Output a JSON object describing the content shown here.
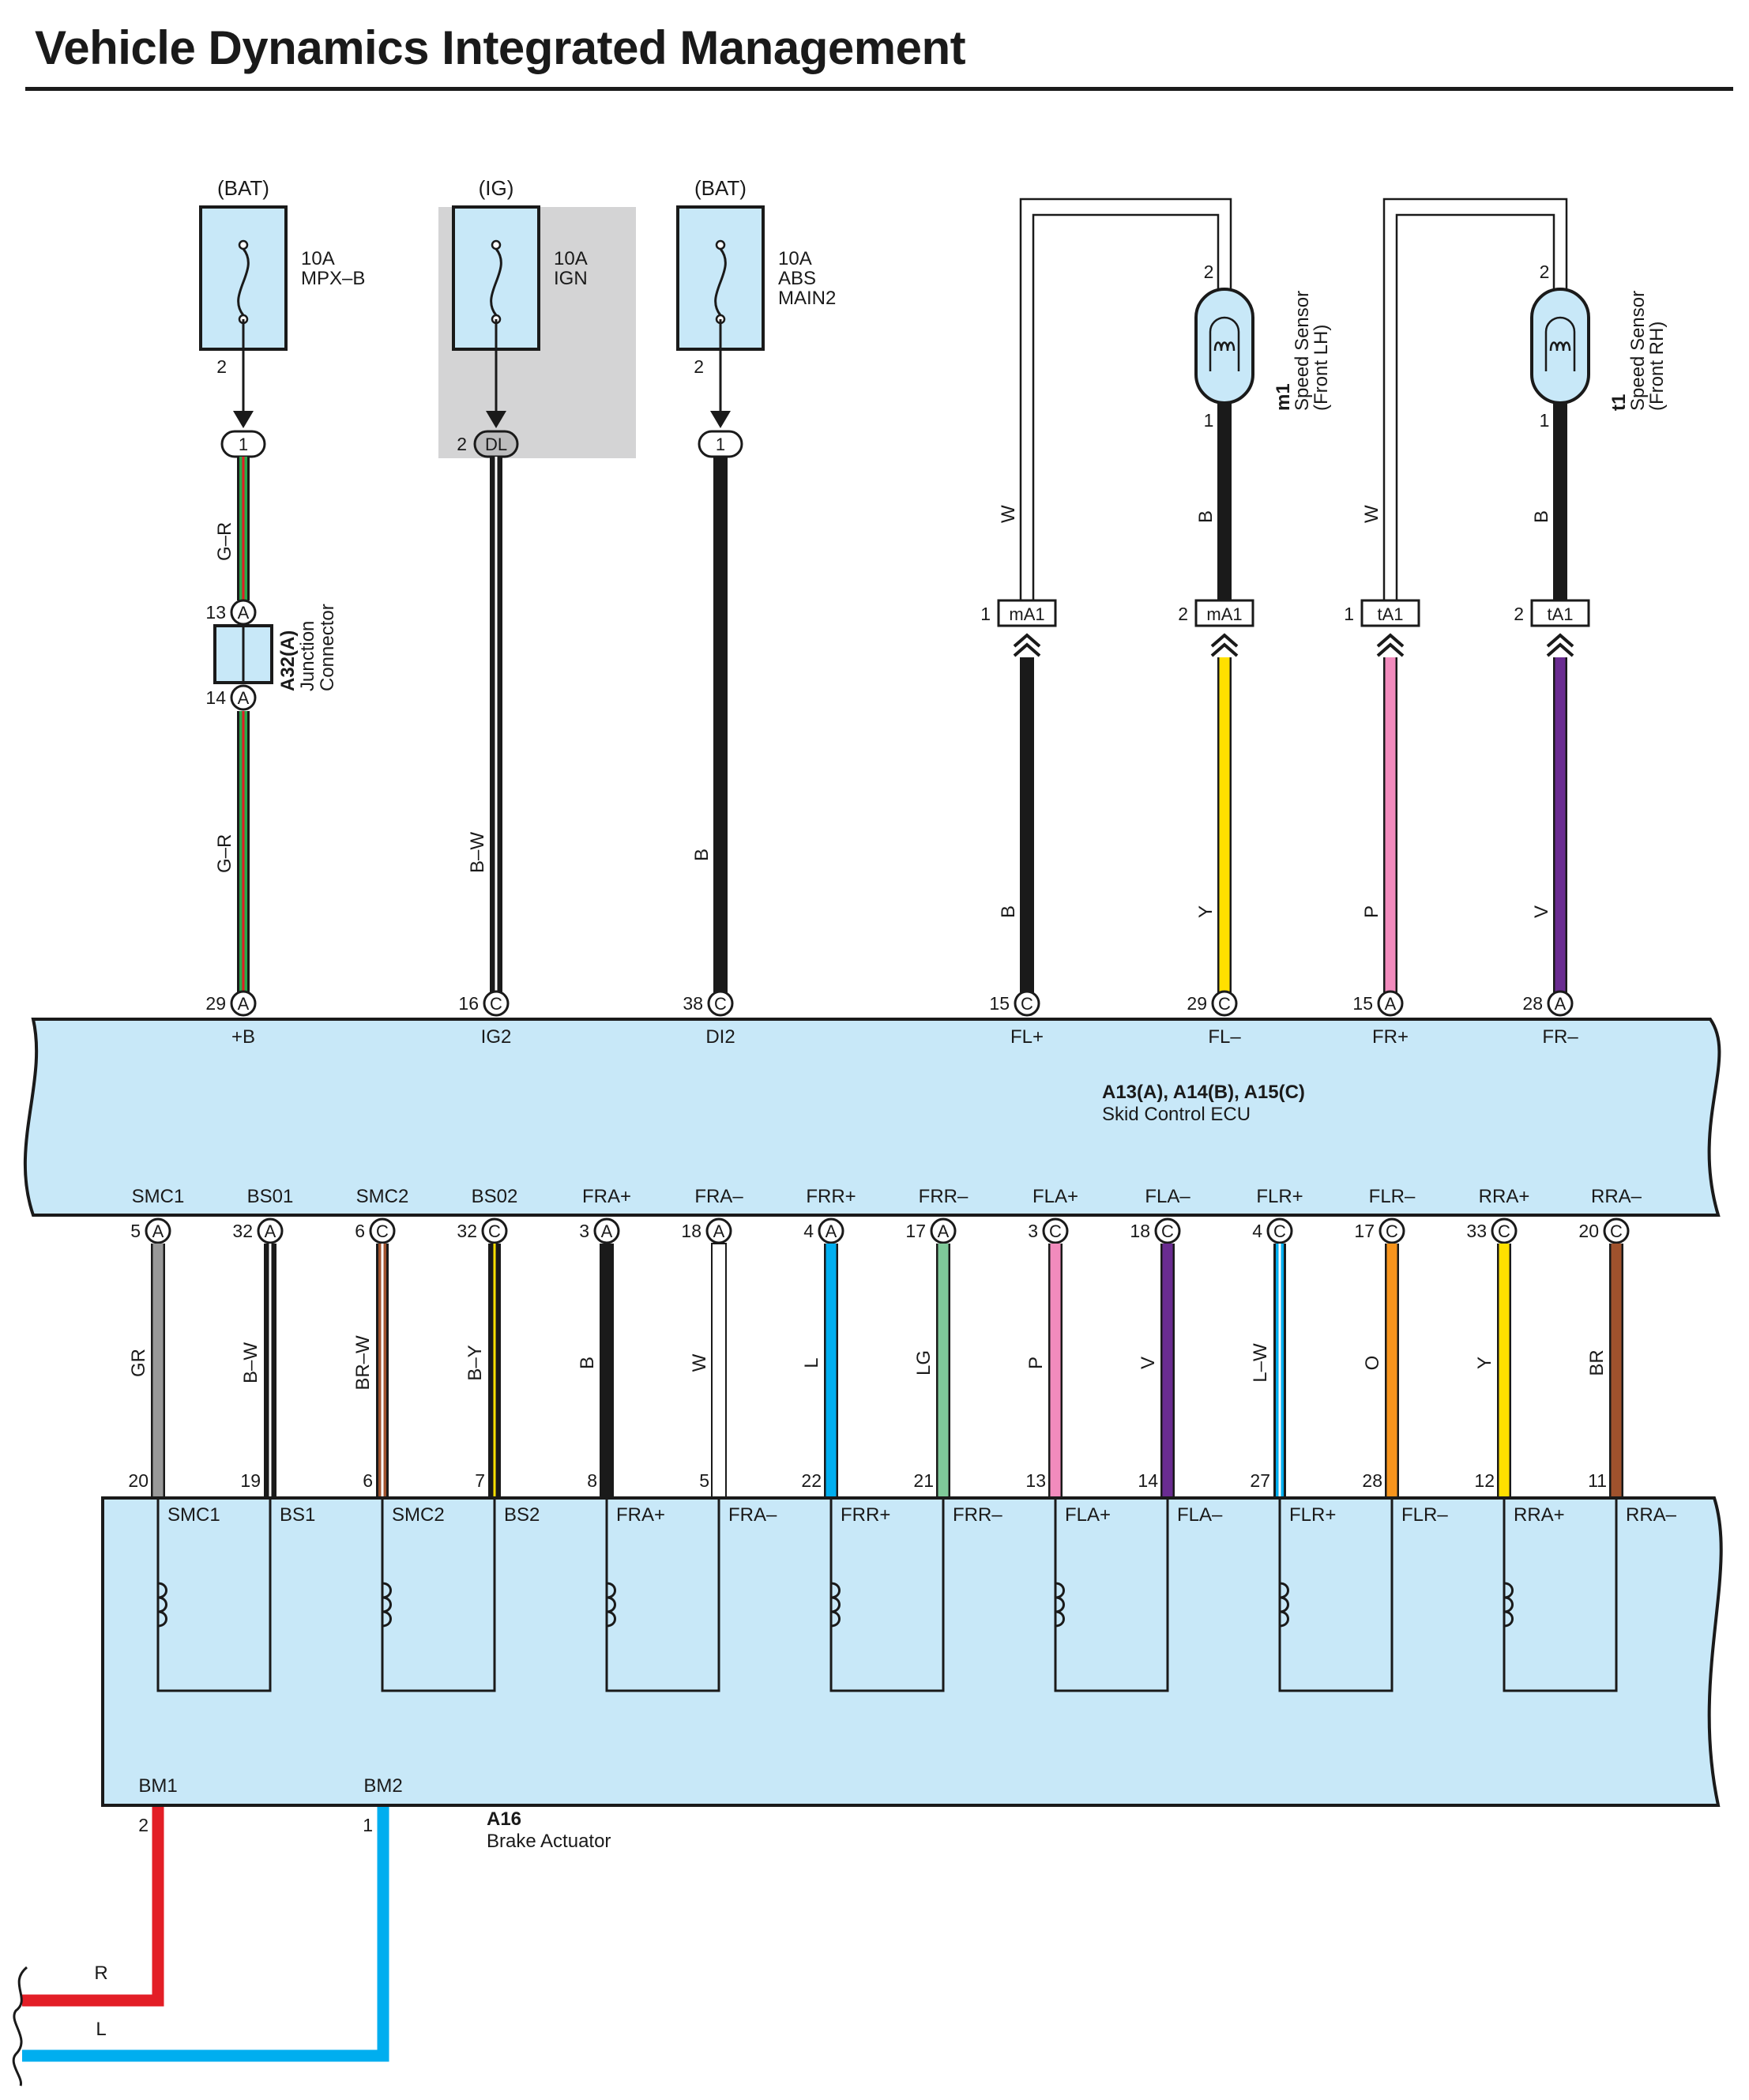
{
  "title": "Vehicle Dynamics Integrated Management",
  "colors": {
    "panel_fill": "#c8e8f8",
    "grey_shade": "#d4d4d5",
    "line": "#1a1a1a",
    "G": "#2aa84a",
    "R": "#e31e26",
    "B": "#1a1a1a",
    "W": "#ffffff",
    "Y": "#ffe000",
    "P": "#f28bbd",
    "V": "#6a2c91",
    "GR": "#999999",
    "BR": "#a0522d",
    "L": "#00aeef",
    "LG": "#7fc999",
    "O": "#f7941d"
  },
  "fuses": [
    {
      "source": "(BAT)",
      "rating": "10A",
      "name1": "MPX–B",
      "name2": "",
      "name3": "",
      "pin": "2",
      "conn_pin": "",
      "conn": "1"
    },
    {
      "source": "(IG)",
      "rating": "10A",
      "name1": "IGN",
      "name2": "",
      "name3": "",
      "pin": "",
      "conn_pin": "2",
      "conn": "DL"
    },
    {
      "source": "(BAT)",
      "rating": "10A",
      "name1": "ABS",
      "name2": "MAIN2",
      "name3": "",
      "pin": "2",
      "conn_pin": "",
      "conn": "1"
    }
  ],
  "junction": {
    "code": "A32(A)",
    "line1": "Junction",
    "line2": "Connector",
    "pin_top": "13",
    "pin_bottom": "14",
    "letter": "A"
  },
  "upper_wires": [
    {
      "upper_label": "G–R",
      "lower_label": "G–R"
    },
    {
      "upper_label": "",
      "lower_label": "B–W"
    },
    {
      "upper_label": "",
      "lower_label": "B"
    }
  ],
  "sensors": [
    {
      "code": "m1",
      "line1": "Speed Sensor",
      "line2": "(Front LH)",
      "pin_top": "2",
      "pin_bottom": "1",
      "conn1": "mA1",
      "conn1_pin": "1",
      "conn2": "mA1",
      "conn2_pin": "2",
      "wire_w_label": "W",
      "wire_b_label": "B",
      "lower1_label": "B",
      "lower2_label": "Y"
    },
    {
      "code": "t1",
      "line1": "Speed Sensor",
      "line2": "(Front RH)",
      "pin_top": "2",
      "pin_bottom": "1",
      "conn1": "tA1",
      "conn1_pin": "1",
      "conn2": "tA1",
      "conn2_pin": "2",
      "wire_w_label": "W",
      "wire_b_label": "B",
      "lower1_label": "P",
      "lower2_label": "V"
    }
  ],
  "ecu": {
    "line1": "A13(A), A14(B), A15(C)",
    "line2": "Skid Control ECU",
    "top_terminals": [
      {
        "num": "29",
        "letter": "A",
        "name": "+B"
      },
      {
        "num": "16",
        "letter": "C",
        "name": "IG2"
      },
      {
        "num": "38",
        "letter": "C",
        "name": "DI2"
      },
      {
        "num": "15",
        "letter": "C",
        "name": "FL+"
      },
      {
        "num": "29",
        "letter": "C",
        "name": "FL–"
      },
      {
        "num": "15",
        "letter": "A",
        "name": "FR+"
      },
      {
        "num": "28",
        "letter": "A",
        "name": "FR–"
      }
    ],
    "bottom_terminals": [
      {
        "num": "5",
        "letter": "A",
        "name": "SMC1"
      },
      {
        "num": "32",
        "letter": "A",
        "name": "BS01"
      },
      {
        "num": "6",
        "letter": "C",
        "name": "SMC2"
      },
      {
        "num": "32",
        "letter": "C",
        "name": "BS02"
      },
      {
        "num": "3",
        "letter": "A",
        "name": "FRA+"
      },
      {
        "num": "18",
        "letter": "A",
        "name": "FRA–"
      },
      {
        "num": "4",
        "letter": "A",
        "name": "FRR+"
      },
      {
        "num": "17",
        "letter": "A",
        "name": "FRR–"
      },
      {
        "num": "3",
        "letter": "C",
        "name": "FLA+"
      },
      {
        "num": "18",
        "letter": "C",
        "name": "FLA–"
      },
      {
        "num": "4",
        "letter": "C",
        "name": "FLR+"
      },
      {
        "num": "17",
        "letter": "C",
        "name": "FLR–"
      },
      {
        "num": "33",
        "letter": "C",
        "name": "RRA+"
      },
      {
        "num": "20",
        "letter": "C",
        "name": "RRA–"
      }
    ]
  },
  "mid_wires": [
    {
      "label": "GR",
      "c1": "GR",
      "c2": ""
    },
    {
      "label": "B–W",
      "c1": "B",
      "c2": "W"
    },
    {
      "label": "BR–W",
      "c1": "BR",
      "c2": "W"
    },
    {
      "label": "B–Y",
      "c1": "B",
      "c2": "Y"
    },
    {
      "label": "B",
      "c1": "B",
      "c2": ""
    },
    {
      "label": "W",
      "c1": "W",
      "c2": ""
    },
    {
      "label": "L",
      "c1": "L",
      "c2": ""
    },
    {
      "label": "LG",
      "c1": "LG",
      "c2": ""
    },
    {
      "label": "P",
      "c1": "P",
      "c2": ""
    },
    {
      "label": "V",
      "c1": "V",
      "c2": ""
    },
    {
      "label": "L–W",
      "c1": "L",
      "c2": "W"
    },
    {
      "label": "O",
      "c1": "O",
      "c2": ""
    },
    {
      "label": "Y",
      "c1": "Y",
      "c2": ""
    },
    {
      "label": "BR",
      "c1": "BR",
      "c2": ""
    }
  ],
  "actuator": {
    "code": "A16",
    "name": "Brake Actuator",
    "pins": [
      "20",
      "19",
      "6",
      "7",
      "8",
      "5",
      "22",
      "21",
      "13",
      "14",
      "27",
      "28",
      "12",
      "11"
    ],
    "labels": [
      "SMC1",
      "BS1",
      "SMC2",
      "BS2",
      "FRA+",
      "FRA–",
      "FRR+",
      "FRR–",
      "FLA+",
      "FLA–",
      "FLR+",
      "FLR–",
      "RRA+",
      "RRA–"
    ],
    "bm1": "BM1",
    "bm1_pin": "2",
    "bm2": "BM2",
    "bm2_pin": "1"
  },
  "bottom_wires": [
    {
      "label": "R",
      "color": "R"
    },
    {
      "label": "L",
      "color": "L"
    }
  ]
}
